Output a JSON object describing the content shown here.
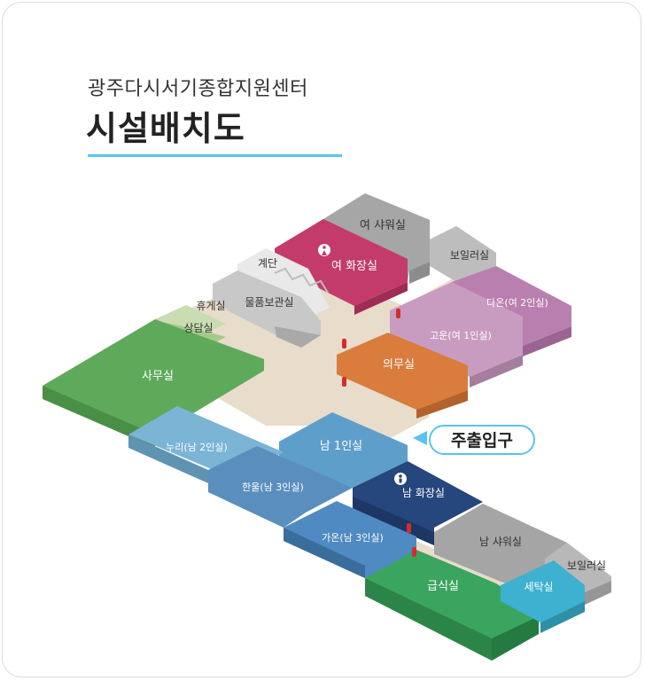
{
  "header": {
    "subtitle": "광주다시서기종합지원센터",
    "title": "시설배치도",
    "accent_color": "#5bc3ef"
  },
  "entrance": {
    "label": "주출입구"
  },
  "rooms": {
    "women_shower": "여 샤워실",
    "boiler_upper": "보일러실",
    "women_toilet": "여 화장실",
    "stairs": "계단",
    "storage": "물품보관실",
    "lounge": "휴게실",
    "counseling": "상담실",
    "office": "사무실",
    "dion": "다온(여 2인실)",
    "goun": "고운(여 1인실)",
    "infirmary": "의무실",
    "men_single": "남 1인실",
    "nuri": "누리(남 2인실)",
    "hanul": "한울(남 3인실)",
    "men_toilet": "남 화장실",
    "gaon": "가온(남 3인실)",
    "men_shower": "남 샤워실",
    "boiler_lower": "보일러실",
    "cafeteria": "급식실",
    "laundry": "세탁실"
  },
  "icons": {
    "women_toilet_icon": "female-person-icon",
    "men_toilet_icon": "male-person-icon",
    "extinguisher": "fire-extinguisher-icon"
  }
}
